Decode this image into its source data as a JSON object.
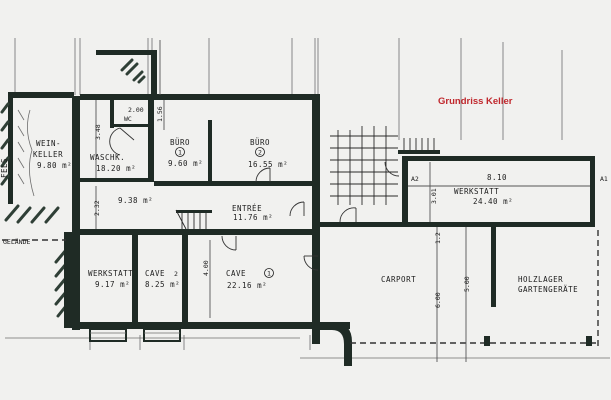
{
  "title": {
    "text": "Grundriss Keller",
    "color": "#c0282d"
  },
  "colors": {
    "wall": "#1f2b25",
    "paper": "#f1f1ef",
    "ink": "#1c1c1c"
  },
  "rooms": [
    {
      "id": "weinkeller",
      "name_line1": "WEIN-",
      "name_line2": "KELLER",
      "area": "9.80 m²"
    },
    {
      "id": "waschk",
      "name": "WASCHK.",
      "area": "18.20 m²"
    },
    {
      "id": "buero1",
      "name": "BÜRO",
      "number": "1",
      "area": "9.60 m²"
    },
    {
      "id": "buero2",
      "name": "BÜRO",
      "number": "2",
      "area": "16.55 m²"
    },
    {
      "id": "vorraum",
      "area": "9.38 m²"
    },
    {
      "id": "entree",
      "name": "ENTRÉE",
      "area": "11.76 m²"
    },
    {
      "id": "werkstatt-small",
      "name": "WERKSTATT",
      "area": "9.17 m²"
    },
    {
      "id": "cave2",
      "name": "CAVE",
      "number": "2",
      "area": "8.25 m²"
    },
    {
      "id": "cave1",
      "name": "CAVE",
      "number": "1",
      "area": "22.16 m²"
    },
    {
      "id": "werkstatt-large",
      "name": "WERKSTATT",
      "area": "24.40 m²"
    },
    {
      "id": "carport",
      "name": "CARPORT"
    },
    {
      "id": "holzlager",
      "name_line1": "HOLZLAGER",
      "name_line2": "GARTENGERÄTE"
    }
  ],
  "annotations": {
    "fels": "FELS",
    "gelaende": "GELÄNDE",
    "wc": "WC",
    "wc_dim": "2.00",
    "label_a2": "A2",
    "label_a1": "A1"
  },
  "dimensions": {
    "waschk_depth": "3.48",
    "buero_dim": "1.56",
    "vorraum_depth": "2.32",
    "cave_depth": "4.00",
    "werkstatt_length": "8.10",
    "werkstatt_depth": "3.01",
    "carport_depth": "6.00",
    "carport_depth2": "5.00",
    "carport_top": "1.2"
  }
}
